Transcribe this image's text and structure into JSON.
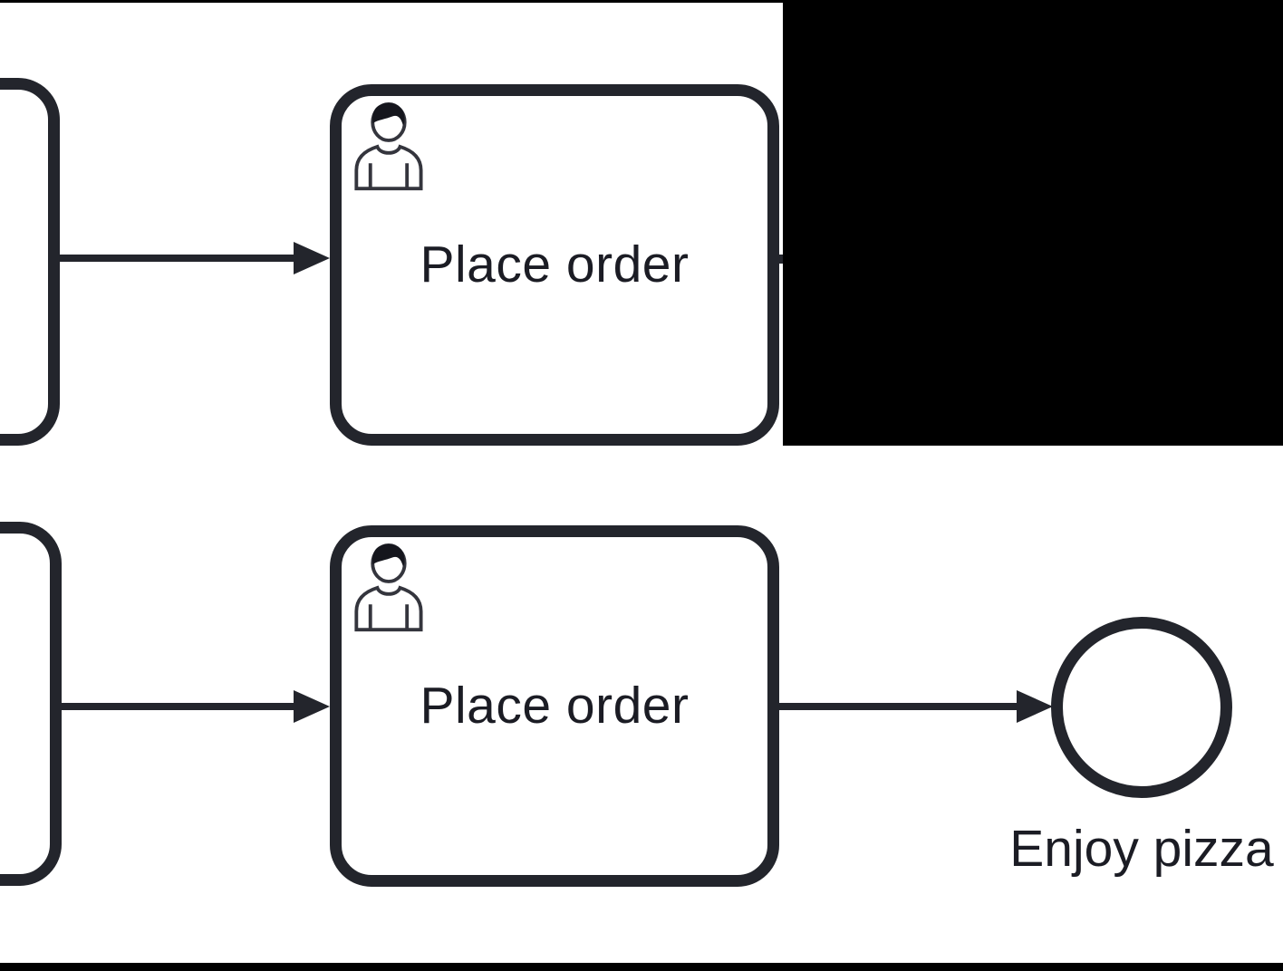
{
  "diagram": {
    "type": "bpmn-process",
    "top_row": {
      "task_label": "Place order",
      "task_type": "user-task"
    },
    "bottom_row": {
      "task_label": "Place order",
      "task_type": "user-task",
      "end_event_label": "Enjoy pizza",
      "end_event_type": "end-event"
    },
    "icons": {
      "task_marker": "user-icon"
    },
    "colors": {
      "shape_stroke": "#23252c",
      "shape_fill": "#ffffff",
      "label_text": "#1b1c24",
      "occlusion": "#000000"
    }
  }
}
